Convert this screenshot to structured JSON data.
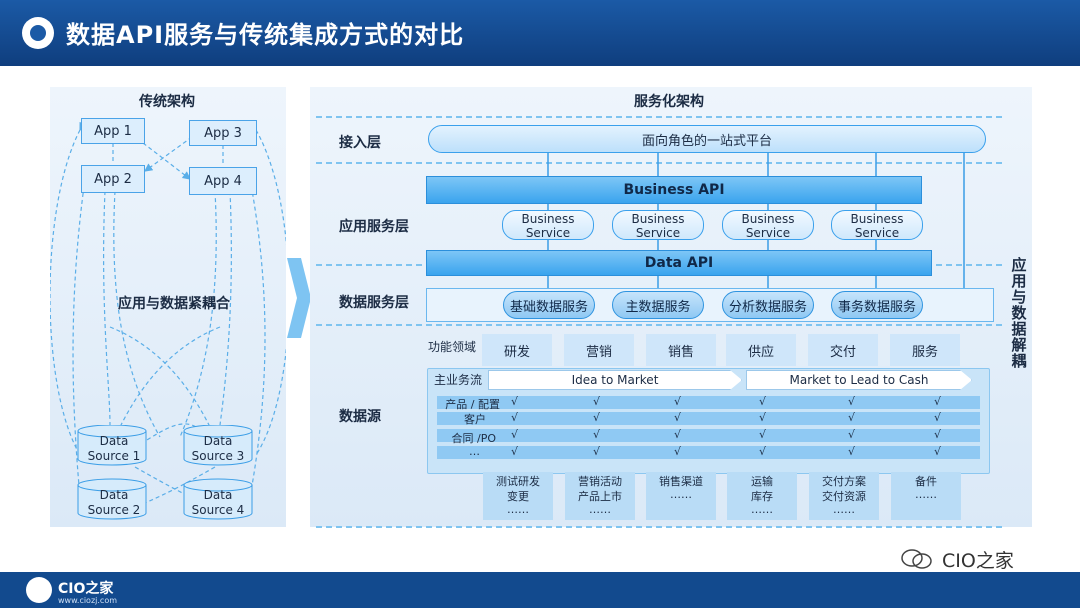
{
  "header": {
    "title": "数据API服务与传统集成方式的对比"
  },
  "left": {
    "title": "传统架构",
    "apps": [
      "App 1",
      "App 2",
      "App 3",
      "App 4"
    ],
    "center_label": "应用与数据紧耦合",
    "sources": [
      {
        "l1": "Data",
        "l2": "Source 1"
      },
      {
        "l1": "Data",
        "l2": "Source 2"
      },
      {
        "l1": "Data",
        "l2": "Source 3"
      },
      {
        "l1": "Data",
        "l2": "Source 4"
      }
    ]
  },
  "right": {
    "title": "服务化架构",
    "layers": {
      "access": "接入层",
      "app": "应用服务层",
      "data_service": "数据服务层",
      "data_source": "数据源"
    },
    "platform": "面向角色的一站式平台",
    "business_api": "Business API",
    "business_services": [
      {
        "l1": "Business",
        "l2": "Service"
      },
      {
        "l1": "Business",
        "l2": "Service"
      },
      {
        "l1": "Business",
        "l2": "Service"
      },
      {
        "l1": "Business",
        "l2": "Service"
      }
    ],
    "data_api": "Data API",
    "data_services": [
      "基础数据服务",
      "主数据服务",
      "分析数据服务",
      "事务数据服务"
    ],
    "decouple": "应用与数据解耦",
    "function_label": "功能领域",
    "functions": [
      "研发",
      "营销",
      "销售",
      "供应",
      "交付",
      "服务"
    ],
    "flow_label": "主业务流",
    "flows": [
      "Idea to Market",
      "Market to Lead to Cash"
    ],
    "rows": [
      {
        "label": "产品 / 配置",
        "marks": [
          "√",
          "√",
          "√",
          "√",
          "√",
          "√"
        ]
      },
      {
        "label": "客户",
        "marks": [
          "√",
          "√",
          "√",
          "√",
          "√",
          "√"
        ]
      },
      {
        "label": "合同 /PO",
        "marks": [
          "√",
          "√",
          "√",
          "√",
          "√",
          "√"
        ]
      },
      {
        "label": "…",
        "marks": [
          "√",
          "√",
          "√",
          "√",
          "√",
          "√"
        ]
      }
    ],
    "stacks": [
      [
        "测试研发",
        "变更",
        "……"
      ],
      [
        "营销活动",
        "产品上市",
        "……"
      ],
      [
        "销售渠道",
        "……"
      ],
      [
        "运输",
        "库存",
        "……"
      ],
      [
        "交付方案",
        "交付资源",
        "……"
      ],
      [
        "备件",
        "……"
      ]
    ]
  },
  "footer": {
    "brand": "CIO之家",
    "url": "www.ciozj.com",
    "watermark": "CIO之家"
  },
  "colors": {
    "header_blue": "#1b5aa6",
    "accent_blue": "#3aa4ee",
    "panel_bg": "#e4eff9"
  }
}
